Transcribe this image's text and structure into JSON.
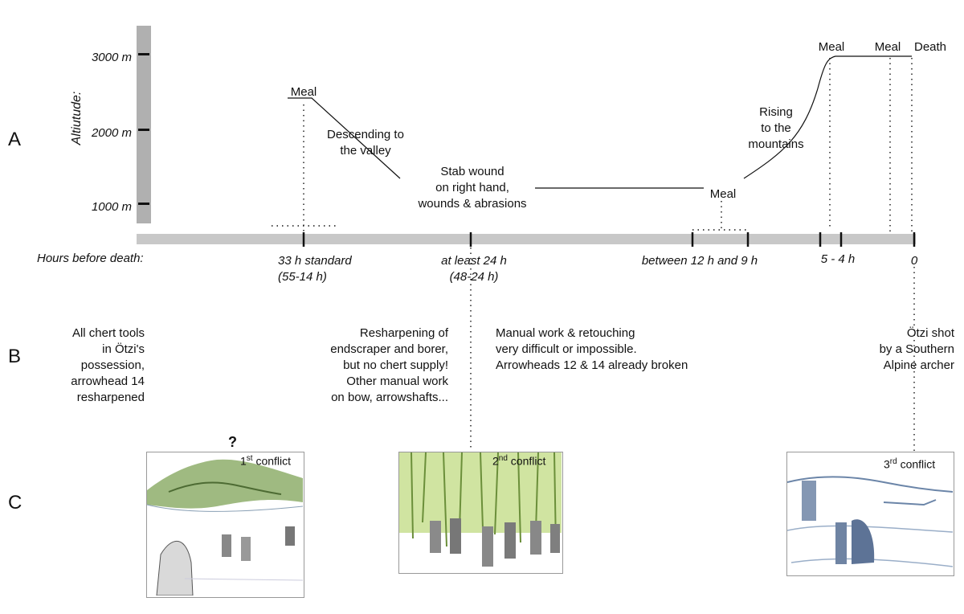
{
  "row_labels": [
    "A",
    "B",
    "C"
  ],
  "altitude": {
    "title": "Altiutude:",
    "ticks": [
      "3000 m",
      "2000 m",
      "1000 m"
    ]
  },
  "axis": {
    "label": "Hours before death:",
    "ticks": {
      "t33": [
        "33 h standard",
        "(55-14 h)"
      ],
      "t24": [
        "at least 24 h",
        "(48-24 h)"
      ],
      "t12": "between 12 h  and 9 h",
      "t5": "5 - 4 h",
      "t0": "0"
    }
  },
  "events": {
    "meal1": "Meal",
    "descending": [
      "Descending to",
      "the valley"
    ],
    "stab": [
      "Stab wound",
      "on right hand,",
      "wounds & abrasions"
    ],
    "meal2": "Meal",
    "rising": [
      "Rising",
      "to the",
      "mountains"
    ],
    "meal3": "Meal",
    "meal4": "Meal",
    "death": "Death"
  },
  "row_b": {
    "left": "All chert tools\nin Ötzi's\npossession,\narrowhead 14\nresharpened",
    "mid_left": "Resharpening of\nendscraper and borer,\nbut no chert supply!\nOther manual work\non bow, arrowshafts...",
    "mid_right": "Manual work & retouching\nvery difficult or impossible.\nArrowheads 12 & 14 already broken",
    "right": "Ötzi shot\nby a Southern\nAlpine archer"
  },
  "row_c": {
    "question": "?",
    "panels": [
      {
        "num": "1",
        "sup": "st",
        "word": " conflict"
      },
      {
        "num": "2",
        "sup": "nd",
        "word": " conflict"
      },
      {
        "num": "3",
        "sup": "rd",
        "word": " conflict"
      }
    ]
  }
}
